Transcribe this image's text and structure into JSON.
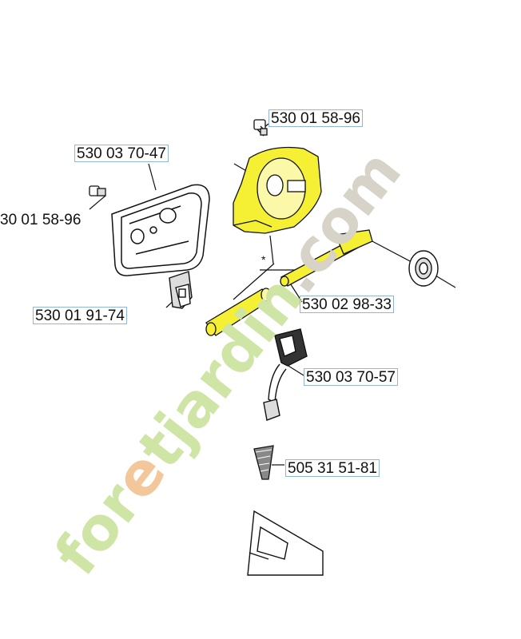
{
  "labels": {
    "screw_top": "530 01 58-96",
    "cover_plate": "530 03 70-47",
    "screw_left": "30 01 58-96",
    "clip": "530 01 91-74",
    "pump_shaft": "530 02 98-33",
    "oil_pipe": "530 03 70-57",
    "filter": "505 31 51-81"
  },
  "marker": "*",
  "watermark": {
    "text_green": "for",
    "text_orange": "e",
    "text_green2": "tjardin",
    "text_grey": ".com",
    "colors": {
      "green": "#cfe5a6",
      "orange": "#f4c79a",
      "grey": "#d7d3c8"
    }
  },
  "colors": {
    "highlight": "#f5f034",
    "label_border": "#8fb8d8",
    "line": "#111111"
  }
}
